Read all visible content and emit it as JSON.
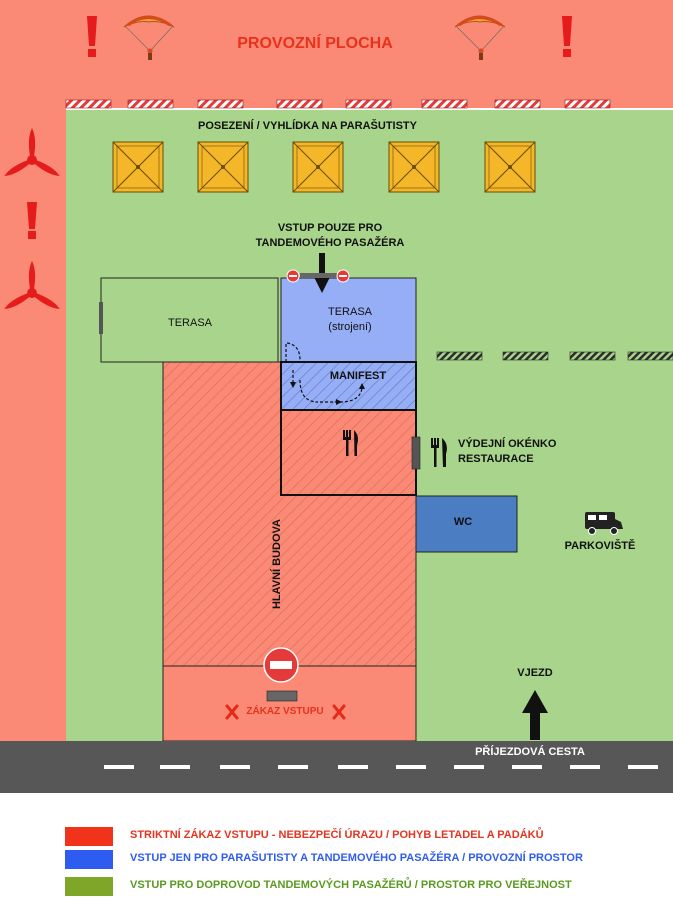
{
  "colors": {
    "danger": "#fa8a76",
    "danger_legend": "#f2331b",
    "restricted": "#96aef5",
    "restricted_legend": "#2f5cf0",
    "public": "#a8d58b",
    "public_legend": "#7fa529",
    "road": "#575757",
    "wc": "#4a7dc2",
    "barrier_red": "#e53a3a",
    "bench": "#f5b72a"
  },
  "labels": {
    "operating_area": "PROVOZNÍ PLOCHA",
    "seating": "POSEZENÍ / VYHLÍDKA NA PARAŠUTISTY",
    "entry_tandem_line1": "VSTUP POUZE PRO",
    "entry_tandem_line2": "TANDEMOVÉHO PASAŽÉRA",
    "terrace_left": "TERASA",
    "terrace_right_line1": "TERASA",
    "terrace_right_line2": "(strojení)",
    "manifest": "MANIFEST",
    "restaurant_window_line1": "VÝDEJNÍ OKÉNKO",
    "restaurant_window_line2": "RESTAURACE",
    "wc": "WC",
    "parking": "PARKOVIŠTĚ",
    "main_building": "HLAVNÍ BUDOVA",
    "no_entry": "ZÁKAZ VSTUPU",
    "entrance_drive": "VJEZD",
    "access_road": "PŘÍJEZDOVÁ CESTA"
  },
  "icons": {
    "warning": "exclamation-icon",
    "parachute": "parachute-icon",
    "propeller": "propeller-icon",
    "no_entry": "no-entry-icon",
    "cutlery": "fork-knife-icon",
    "camper": "camper-van-icon",
    "arrow": "arrow-up-icon"
  },
  "legend": [
    {
      "text": "STRIKTNÍ ZÁKAZ VSTUPU - NEBEZPEČÍ ÚRAZU / POHYB LETADEL A PADÁKŮ",
      "color": "#f2331b",
      "text_color": "#e5341f"
    },
    {
      "text": "VSTUP JEN PRO PARAŠUTISTY A TANDEMOVÉHO PASAŽÉRA / PROVOZNÍ PROSTOR",
      "color": "#2f5cf0",
      "text_color": "#2f5cf0"
    },
    {
      "text": "VSTUP PRO DOPROVOD TANDEMOVÝCH PASAŽÉRŮ  /  PROSTOR PRO VEŘEJNOST",
      "color": "#7fa529",
      "text_color": "#5a9a1f"
    }
  ]
}
